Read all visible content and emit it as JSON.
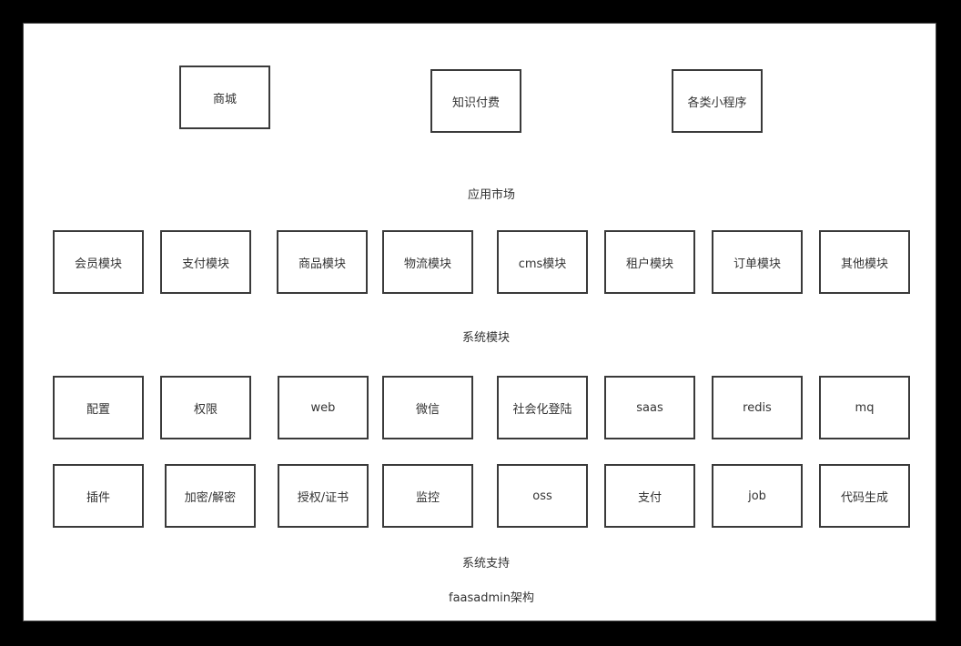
{
  "diagram": {
    "title": "faasadmin架构",
    "sections": {
      "app_market": {
        "label": "应用市场",
        "items": [
          "商城",
          "知识付费",
          "各类小程序"
        ]
      },
      "system_modules": {
        "label": "系统模块",
        "items": [
          "会员模块",
          "支付模块",
          "商品模块",
          "物流模块",
          "cms模块",
          "租户模块",
          "订单模块",
          "其他模块"
        ]
      },
      "system_support": {
        "label": "系统支持",
        "row1": [
          "配置",
          "权限",
          "web",
          "微信",
          "社会化登陆",
          "saas",
          "redis",
          "mq"
        ],
        "row2": [
          "插件",
          "加密/解密",
          "授权/证书",
          "监控",
          "oss",
          "支付",
          "job",
          "代码生成"
        ]
      }
    }
  }
}
